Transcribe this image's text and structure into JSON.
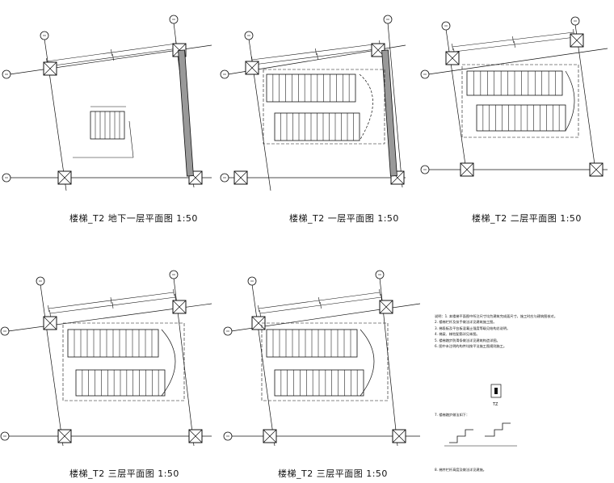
{
  "sheet": {
    "plans": [
      {
        "id": "b1",
        "title": "楼梯_T2  地下一层平面图 1:50"
      },
      {
        "id": "f1",
        "title": "楼梯_T2  一层平面图 1:50"
      },
      {
        "id": "f2",
        "title": "楼梯_T2  二层平面图 1:50"
      },
      {
        "id": "f3a",
        "title": "楼梯_T2  三层平面图 1:50"
      },
      {
        "id": "f3b",
        "title": "楼梯_T2  三层平面图 1:50"
      }
    ],
    "notes": {
      "lines": [
        "说明：1. 本楼梯平面图中所注尺寸均为建筑完成面尺寸，施工时应与建筑图核对。",
        "2. 楼梯栏杆及扶手做法详见建筑施工图。",
        "3. 梯段板及平台板混凝土强度等级见结构总说明。",
        "4. 梯梁、梯柱配筋详见本图。",
        "5. 楼梯踏步防滑条做法详见建筑构造详图。",
        "6. 图中未注明的构件均按平法施工图规则施工。",
        "7. 楼梯踏步做法如下：",
        "8. 梯井栏杆高度及做法详见建施。"
      ],
      "beam_label": "TZ"
    },
    "colors": {
      "line": "#111111",
      "grid": "#333333"
    }
  }
}
